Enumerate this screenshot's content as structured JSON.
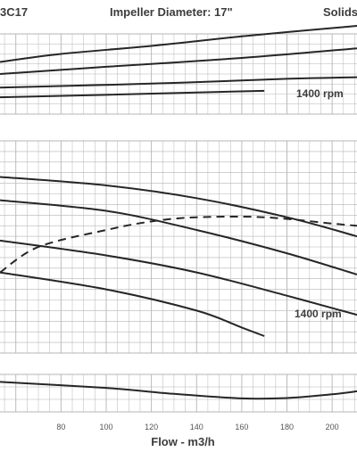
{
  "header": {
    "model": "3C17",
    "impeller": "Impeller Diameter: 17\"",
    "solids": "Solids"
  },
  "colors": {
    "grid": "#b5b5b5",
    "curve": "#262626",
    "text": "#3d3d3d"
  },
  "chart_data": {
    "type": "line",
    "xlabel": "Flow - m3/h",
    "xlim": [
      53,
      211
    ],
    "x_ticks": [
      80,
      100,
      120,
      140,
      160,
      180,
      200
    ],
    "panels": [
      {
        "name": "power",
        "series": [
          {
            "label": "",
            "points": [
              [
                53,
                0.65
              ],
              [
                80,
                0.75
              ],
              [
                120,
                0.85
              ],
              [
                160,
                0.97
              ],
              [
                211,
                1.1
              ]
            ]
          },
          {
            "label": "",
            "points": [
              [
                53,
                0.5
              ],
              [
                100,
                0.59
              ],
              [
                160,
                0.7
              ],
              [
                211,
                0.82
              ]
            ]
          },
          {
            "label": "",
            "points": [
              [
                53,
                0.33
              ],
              [
                120,
                0.38
              ],
              [
                180,
                0.44
              ],
              [
                211,
                0.46
              ]
            ]
          },
          {
            "label": "1400 rpm",
            "points": [
              [
                53,
                0.21
              ],
              [
                100,
                0.24
              ],
              [
                140,
                0.27
              ],
              [
                170,
                0.29
              ]
            ]
          }
        ]
      },
      {
        "name": "head",
        "series": [
          {
            "label": "",
            "dashed": false,
            "points": [
              [
                53,
                0.83
              ],
              [
                100,
                0.79
              ],
              [
                140,
                0.73
              ],
              [
                180,
                0.64
              ],
              [
                211,
                0.55
              ]
            ]
          },
          {
            "label": "",
            "dashed": false,
            "points": [
              [
                53,
                0.72
              ],
              [
                100,
                0.67
              ],
              [
                140,
                0.58
              ],
              [
                180,
                0.47
              ],
              [
                211,
                0.37
              ]
            ]
          },
          {
            "label": "",
            "dashed": false,
            "points": [
              [
                53,
                0.53
              ],
              [
                100,
                0.46
              ],
              [
                140,
                0.38
              ],
              [
                180,
                0.27
              ],
              [
                211,
                0.18
              ]
            ]
          },
          {
            "label": "1400 rpm",
            "dashed": false,
            "points": [
              [
                53,
                0.38
              ],
              [
                100,
                0.3
              ],
              [
                140,
                0.2
              ],
              [
                160,
                0.12
              ],
              [
                170,
                0.08
              ]
            ]
          },
          {
            "label": "",
            "dashed": true,
            "points": [
              [
                53,
                0.38
              ],
              [
                70,
                0.5
              ],
              [
                100,
                0.58
              ],
              [
                120,
                0.62
              ],
              [
                140,
                0.64
              ],
              [
                170,
                0.64
              ],
              [
                200,
                0.61
              ],
              [
                211,
                0.6
              ]
            ]
          }
        ]
      },
      {
        "name": "npsh",
        "series": [
          {
            "label": "",
            "points": [
              [
                53,
                0.8
              ],
              [
                100,
                0.64
              ],
              [
                130,
                0.48
              ],
              [
                160,
                0.36
              ],
              [
                180,
                0.37
              ],
              [
                200,
                0.47
              ],
              [
                211,
                0.55
              ]
            ]
          }
        ]
      }
    ]
  }
}
